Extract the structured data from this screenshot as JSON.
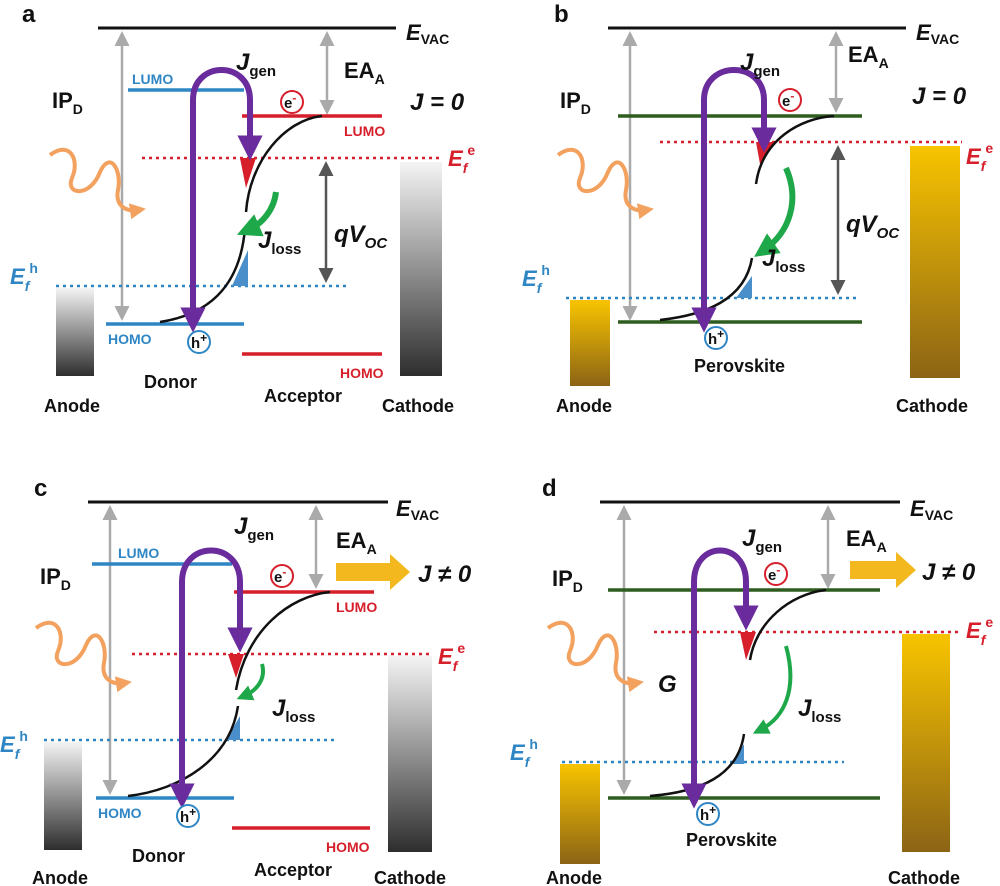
{
  "colors": {
    "blue": "#2f86c4",
    "red": "#d61f2b",
    "green_level": "#2e5d1f",
    "purple": "#6a2b9c",
    "green_arrow": "#1fa84a",
    "orange_wave": "#f3a15e",
    "gold_arrow": "#f2b81d"
  },
  "panels": [
    {
      "letter": "a",
      "evac": "E",
      "evac_sub": "VAC",
      "ea": "EA",
      "ea_sub": "A",
      "ip": "IP",
      "ip_sub": "D",
      "jgen": "J",
      "jgen_sub": "gen",
      "jloss": "J",
      "jloss_sub": "loss",
      "j_label": "J = 0",
      "donor_lumo": "LUMO",
      "donor_homo": "HOMO",
      "acceptor_lumo": "LUMO",
      "acceptor_homo": "HOMO",
      "ef_e": "E",
      "ef_e_sub": "f",
      "ef_e_sup": "e",
      "ef_h": "E",
      "ef_h_sub": "f",
      "ef_h_sup": "h",
      "qvoc": "qV",
      "qvoc_sub": "OC",
      "electron": "e",
      "electron_sup": "-",
      "hole": "h",
      "hole_sup": "+",
      "anode": "Anode",
      "cathode": "Cathode",
      "donor": "Donor",
      "acceptor": "Acceptor"
    },
    {
      "letter": "b",
      "evac": "E",
      "evac_sub": "VAC",
      "ea": "EA",
      "ea_sub": "A",
      "ip": "IP",
      "ip_sub": "D",
      "jgen": "J",
      "jgen_sub": "gen",
      "jloss": "J",
      "jloss_sub": "loss",
      "j_label": "J = 0",
      "ef_e": "E",
      "ef_e_sub": "f",
      "ef_e_sup": "e",
      "ef_h": "E",
      "ef_h_sub": "f",
      "ef_h_sup": "h",
      "qvoc": "qV",
      "qvoc_sub": "OC",
      "electron": "e",
      "electron_sup": "-",
      "hole": "h",
      "hole_sup": "+",
      "anode": "Anode",
      "cathode": "Cathode",
      "material": "Perovskite"
    },
    {
      "letter": "c",
      "evac": "E",
      "evac_sub": "VAC",
      "ea": "EA",
      "ea_sub": "A",
      "ip": "IP",
      "ip_sub": "D",
      "jgen": "J",
      "jgen_sub": "gen",
      "jloss": "J",
      "jloss_sub": "loss",
      "j_label": "J ≠ 0",
      "donor_lumo": "LUMO",
      "donor_homo": "HOMO",
      "acceptor_lumo": "LUMO",
      "acceptor_homo": "HOMO",
      "ef_e": "E",
      "ef_e_sub": "f",
      "ef_e_sup": "e",
      "ef_h": "E",
      "ef_h_sub": "f",
      "ef_h_sup": "h",
      "electron": "e",
      "electron_sup": "-",
      "hole": "h",
      "hole_sup": "+",
      "anode": "Anode",
      "cathode": "Cathode",
      "donor": "Donor",
      "acceptor": "Acceptor"
    },
    {
      "letter": "d",
      "evac": "E",
      "evac_sub": "VAC",
      "ea": "EA",
      "ea_sub": "A",
      "ip": "IP",
      "ip_sub": "D",
      "jgen": "J",
      "jgen_sub": "gen",
      "jloss": "J",
      "jloss_sub": "loss",
      "j_label": "J ≠ 0",
      "g_label": "G",
      "ef_e": "E",
      "ef_e_sub": "f",
      "ef_e_sup": "e",
      "ef_h": "E",
      "ef_h_sub": "f",
      "ef_h_sup": "h",
      "electron": "e",
      "electron_sup": "-",
      "hole": "h",
      "hole_sup": "+",
      "anode": "Anode",
      "cathode": "Cathode",
      "material": "Perovskite"
    }
  ]
}
